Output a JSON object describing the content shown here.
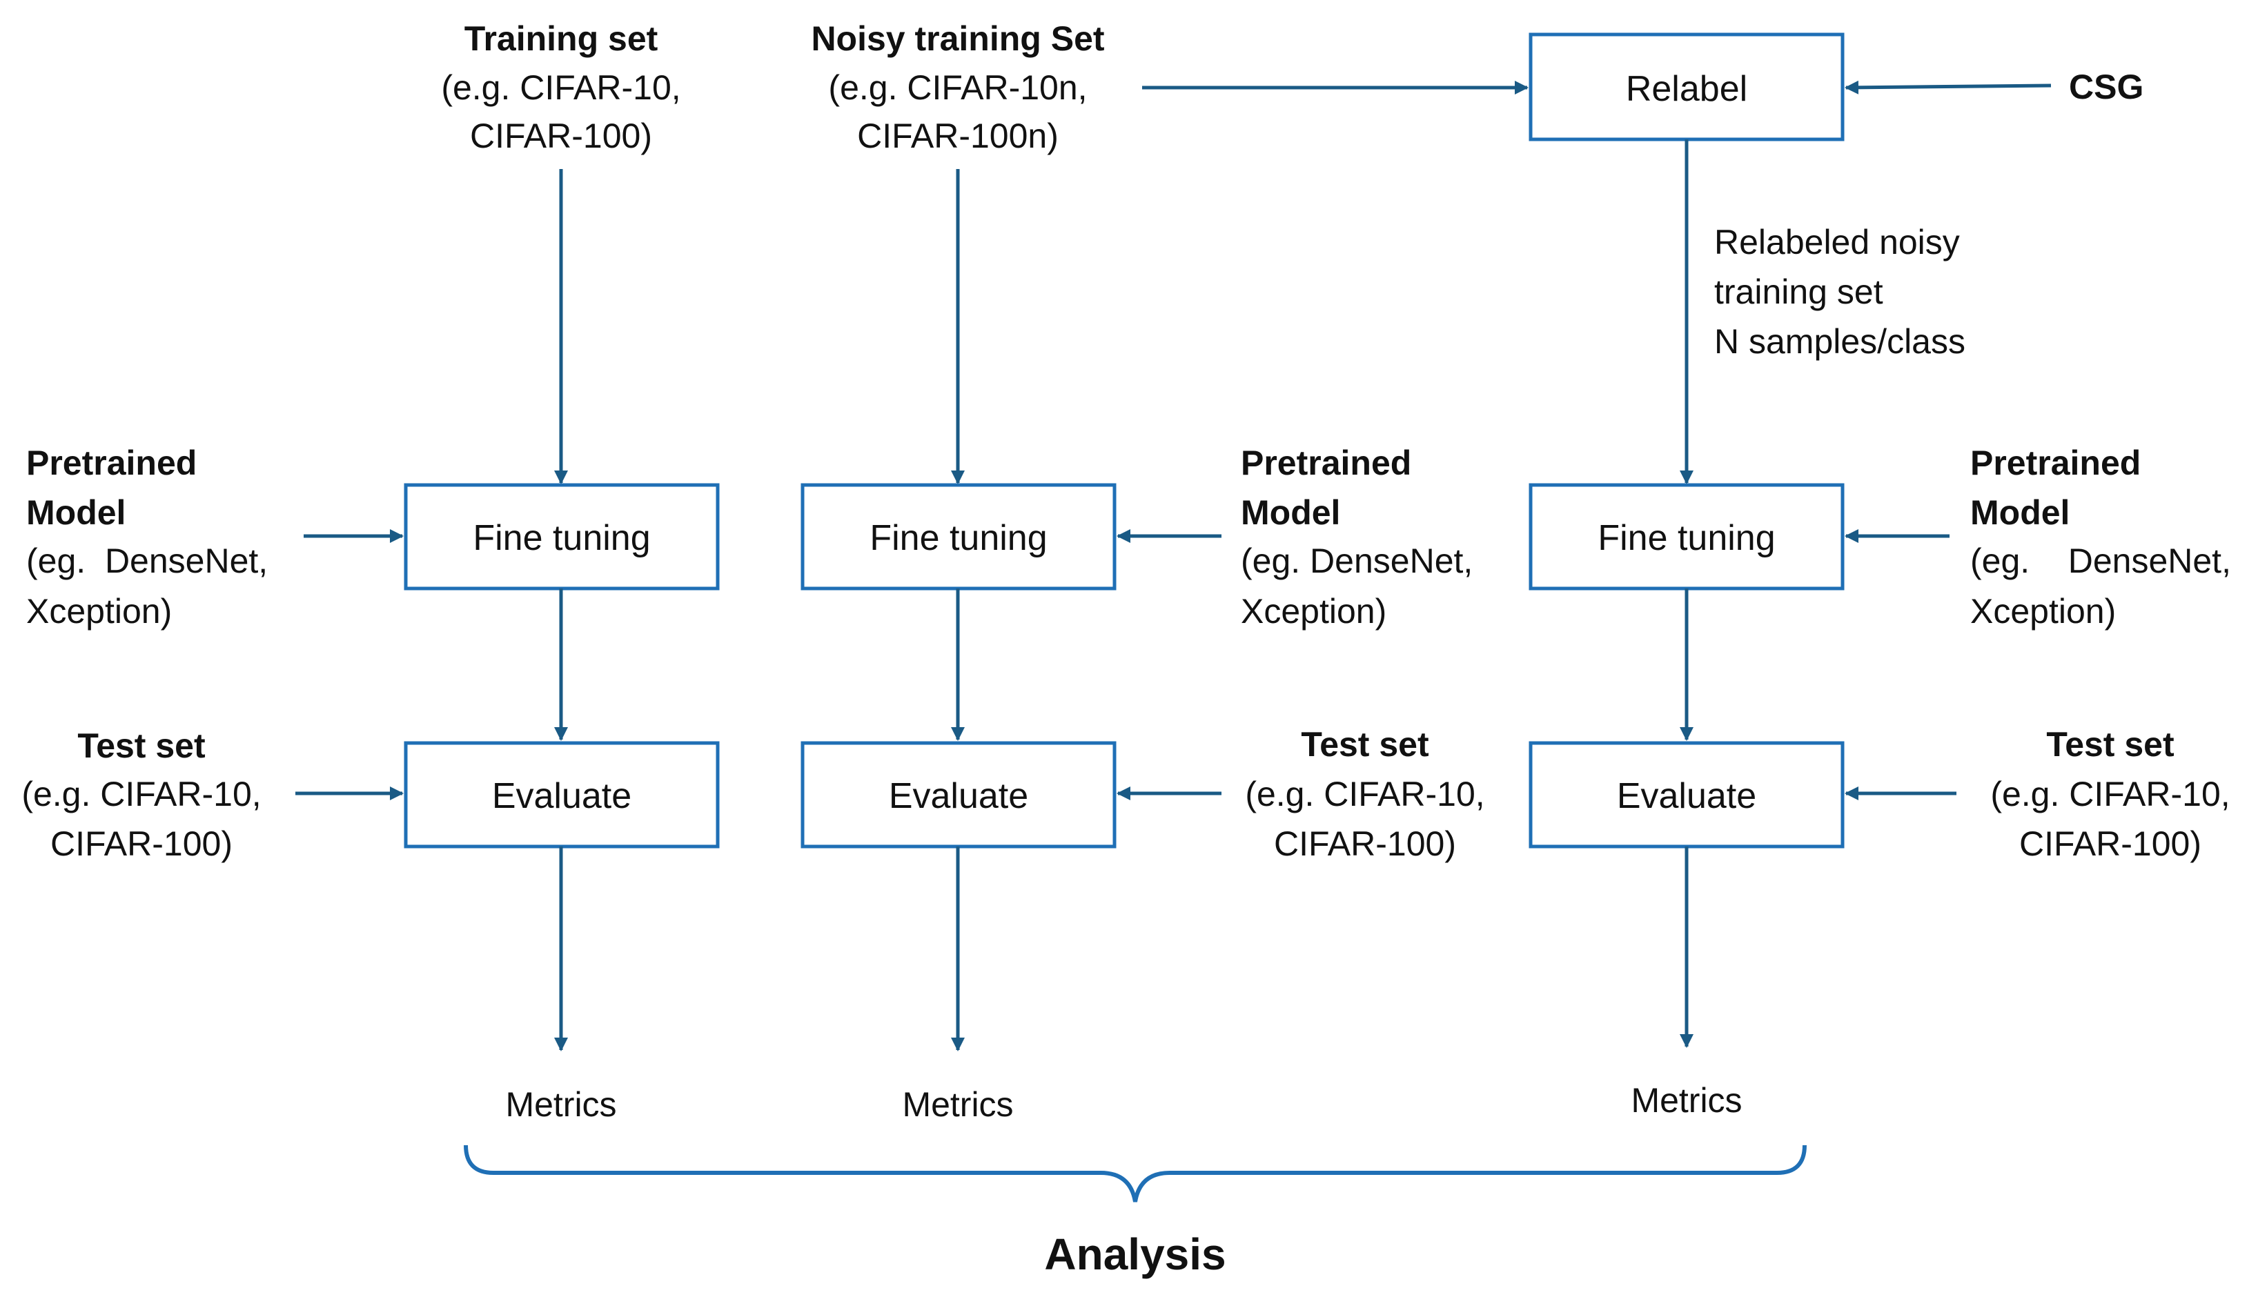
{
  "inputs": {
    "training_set": {
      "title": "Training set",
      "line1": "(e.g. CIFAR-10,",
      "line2": "CIFAR-100)"
    },
    "noisy_training_set": {
      "title": "Noisy training Set",
      "line1": "(e.g. CIFAR-10n,",
      "line2": "CIFAR-100n)"
    },
    "csg": {
      "title": "CSG"
    },
    "relabeled": {
      "line1": "Relabeled noisy",
      "line2": "training set",
      "line3": "N samples/class"
    }
  },
  "pretrained": [
    {
      "title1": "Pretrained",
      "title2": "Model",
      "line1": "(eg.  DenseNet,",
      "line2": "Xception)"
    },
    {
      "title1": "Pretrained",
      "title2": "Model",
      "line1": "(eg. DenseNet,",
      "line2": "Xception)"
    },
    {
      "title1": "Pretrained",
      "title2": "Model",
      "line1": "(eg.    DenseNet,",
      "line2": "Xception)"
    }
  ],
  "test_sets": [
    {
      "title": "Test set",
      "line1": "(e.g. CIFAR-10,",
      "line2": "CIFAR-100)"
    },
    {
      "title": "Test set",
      "line1": "(e.g. CIFAR-10,",
      "line2": "CIFAR-100)"
    },
    {
      "title": "Test set",
      "line1": "(e.g. CIFAR-10,",
      "line2": "CIFAR-100)"
    }
  ],
  "boxes": {
    "relabel": "Relabel",
    "fine_tuning": "Fine tuning",
    "evaluate": "Evaluate"
  },
  "outputs": {
    "metrics": "Metrics",
    "analysis": "Analysis"
  },
  "colors": {
    "box_stroke": "#1f6fb5",
    "arrow": "#1a5a85"
  }
}
